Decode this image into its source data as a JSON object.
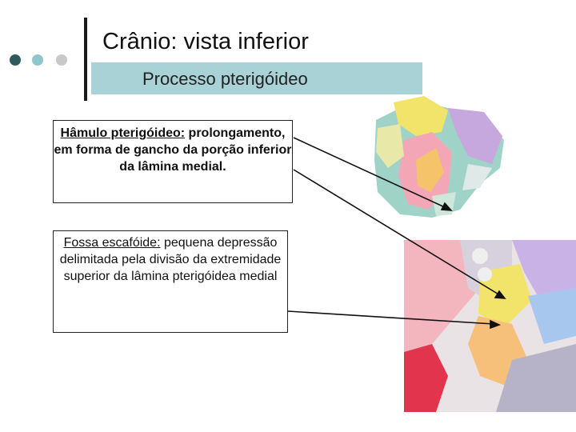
{
  "slide": {
    "title": "Crânio: vista inferior",
    "subtitle": "Processo pterigóideo"
  },
  "annotations": [
    {
      "term": "Hâmulo pterigóideo:",
      "definition": " prolongamento, em forma de gancho da porção inferior da lâmina medial."
    },
    {
      "term": "Fossa escafóide:",
      "definition": " pequena depressão delimitada pela divisão da extremidade superior da lâmina pterigóidea medial"
    }
  ],
  "colors": {
    "bullet_dark": "#2e5a5e",
    "bullet_light": "#8ec6cc",
    "bullet_gray": "#c8c8c8",
    "subtitle_bg": "#a8d2d6"
  }
}
